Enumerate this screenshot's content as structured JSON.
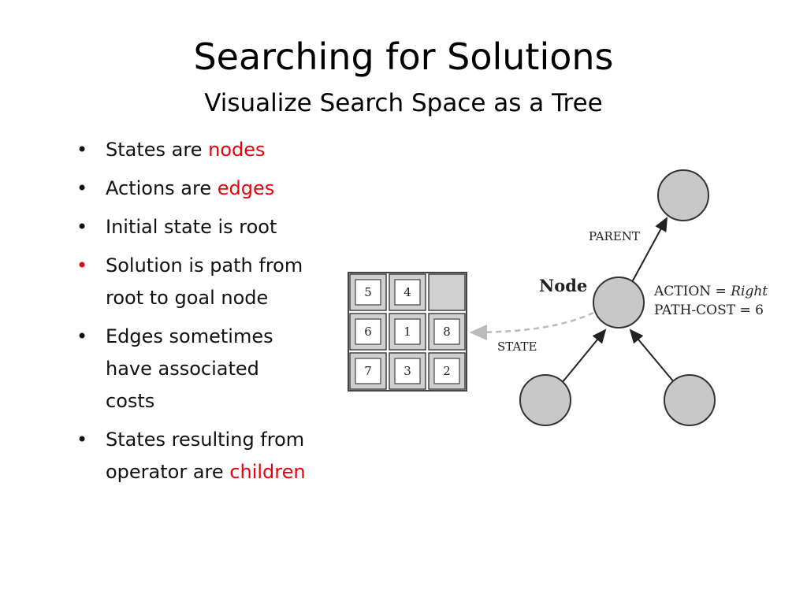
{
  "slide": {
    "title": "Searching for Solutions",
    "subtitle": "Visualize Search Space as a Tree",
    "bullets": [
      {
        "prefix": "States are ",
        "highlight": "nodes",
        "suffix": ""
      },
      {
        "prefix": "Actions are ",
        "highlight": "edges",
        "suffix": ""
      },
      {
        "prefix": "Initial state is root",
        "highlight": "",
        "suffix": ""
      },
      {
        "prefix": "Solution is path from root to goal node",
        "highlight": "",
        "suffix": "",
        "all_red": true
      },
      {
        "prefix": "Edges sometimes have associated costs",
        "highlight": "",
        "suffix": ""
      },
      {
        "prefix": "States resulting from operator are ",
        "highlight": "children",
        "suffix": ""
      }
    ],
    "colors": {
      "highlight": "#e8000b",
      "node_fill": "#c8c8c8",
      "node_stroke": "#333333"
    }
  },
  "diagram": {
    "node_label": "Node",
    "parent_label": "PARENT",
    "state_label": "STATE",
    "action_label": "ACTION = ",
    "action_value": "Right",
    "path_cost_label": "PATH-COST = 6",
    "puzzle": {
      "rows": [
        [
          "5",
          "4",
          ""
        ],
        [
          "6",
          "1",
          "8"
        ],
        [
          "7",
          "3",
          "2"
        ]
      ]
    }
  }
}
